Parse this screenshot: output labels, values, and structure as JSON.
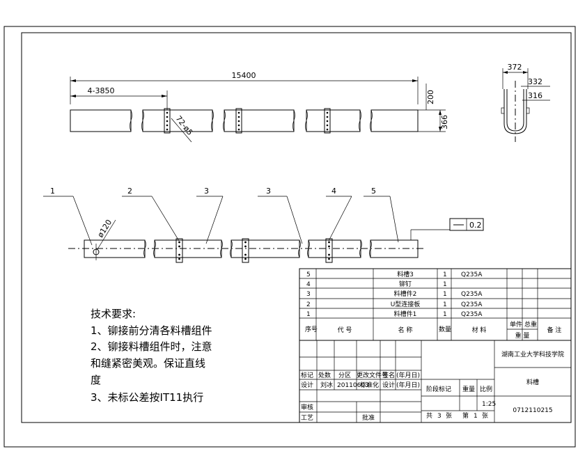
{
  "dimensions": {
    "overall_length": "15400",
    "segment_length": "4-3850",
    "rivet_spec": "72-ø5",
    "height_offset": "200",
    "profile_height": "366",
    "section_width": "372",
    "section_inner_1": "332",
    "section_inner_2": "316",
    "hole_dia": "ø120",
    "straightness_tol": "0.2"
  },
  "callouts": [
    "1",
    "2",
    "3",
    "3",
    "4",
    "5"
  ],
  "notes": {
    "heading": "技术要求:",
    "item1": "1、铆接前分清各料槽组件",
    "item2_a": "2、铆接料槽组件时，注意",
    "item2_b": "和缝紧密美观。保证直线",
    "item2_c": "度",
    "item3": "3、未标公差按IT11执行"
  },
  "bom": {
    "rows": [
      {
        "no": "5",
        "name": "料槽3",
        "qty": "1",
        "material": "Q235A"
      },
      {
        "no": "4",
        "name": "铆钉",
        "qty": "1",
        "material": ""
      },
      {
        "no": "3",
        "name": "料槽件2",
        "qty": "1",
        "material": "Q235A"
      },
      {
        "no": "2",
        "name": "U型连接板",
        "qty": "1",
        "material": "Q235A"
      },
      {
        "no": "1",
        "name": "料槽件1",
        "qty": "1",
        "material": "Q235A"
      }
    ],
    "header": {
      "no": "序号",
      "code": "代 号",
      "name": "名 称",
      "qty": "数量",
      "material": "材 料",
      "unit_weight": "单件",
      "total_weight": "总重",
      "weight": "重 量",
      "remark": "备 注"
    }
  },
  "title_block": {
    "mark": "标记",
    "count": "处数",
    "zone": "分区",
    "change_doc": "更改文件号",
    "sign": "签名",
    "date": "(年月日)",
    "design": "设计",
    "designer": "刘冰",
    "design_date": "20110603",
    "standardize": "标准化",
    "design2": "设计",
    "date2": "(年月日)",
    "review": "审核",
    "process": "工艺",
    "approve": "批准",
    "stage_mark": "阶段标记",
    "weight": "重量",
    "scale": "比例",
    "scale_value": "1:25",
    "total": "共",
    "total_sheets": "3",
    "sheet_label": "张",
    "page": "第",
    "page_no": "1",
    "page_label": "张",
    "company": "湖南工业大学科技学院",
    "drawing_name": "料槽",
    "drawing_no": "0712110215"
  }
}
